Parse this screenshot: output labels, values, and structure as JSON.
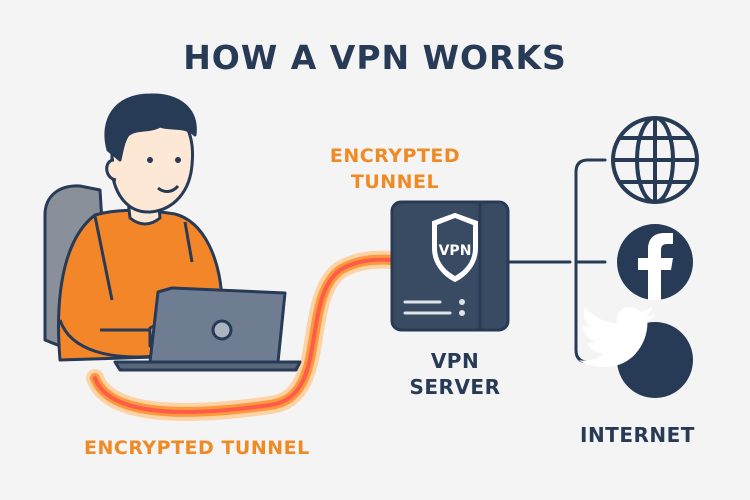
{
  "title": "HOW A VPN WORKS",
  "tunnel_top": {
    "line1": "ENCRYPTED",
    "line2": "TUNNEL"
  },
  "tunnel_bottom": "ENCRYPTED TUNNEL",
  "server": {
    "badge": "VPN",
    "line1": "VPN",
    "line2": "SERVER"
  },
  "internet_label": "INTERNET",
  "icons": [
    "globe-icon",
    "facebook-icon",
    "twitter-icon"
  ],
  "colors": {
    "navy": "#273a56",
    "orange": "#f08a24",
    "tunnel_inner": "#ff5a4a",
    "shirt": "#f4862a",
    "background": "#f4f4f4"
  }
}
